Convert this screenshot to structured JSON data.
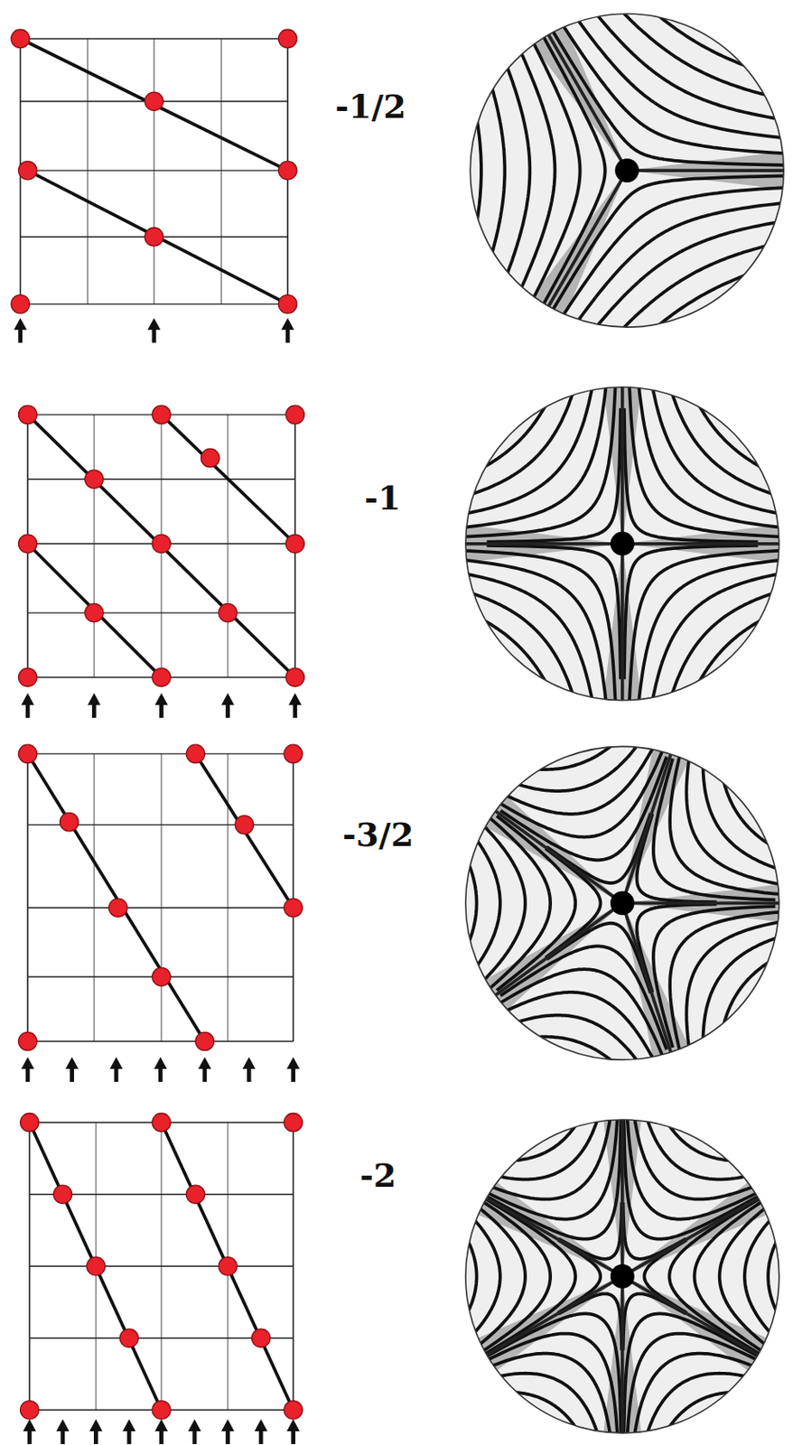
{
  "diagram": {
    "labels": [
      "-1/2",
      "-1",
      "-3/2",
      "-2"
    ]
  }
}
